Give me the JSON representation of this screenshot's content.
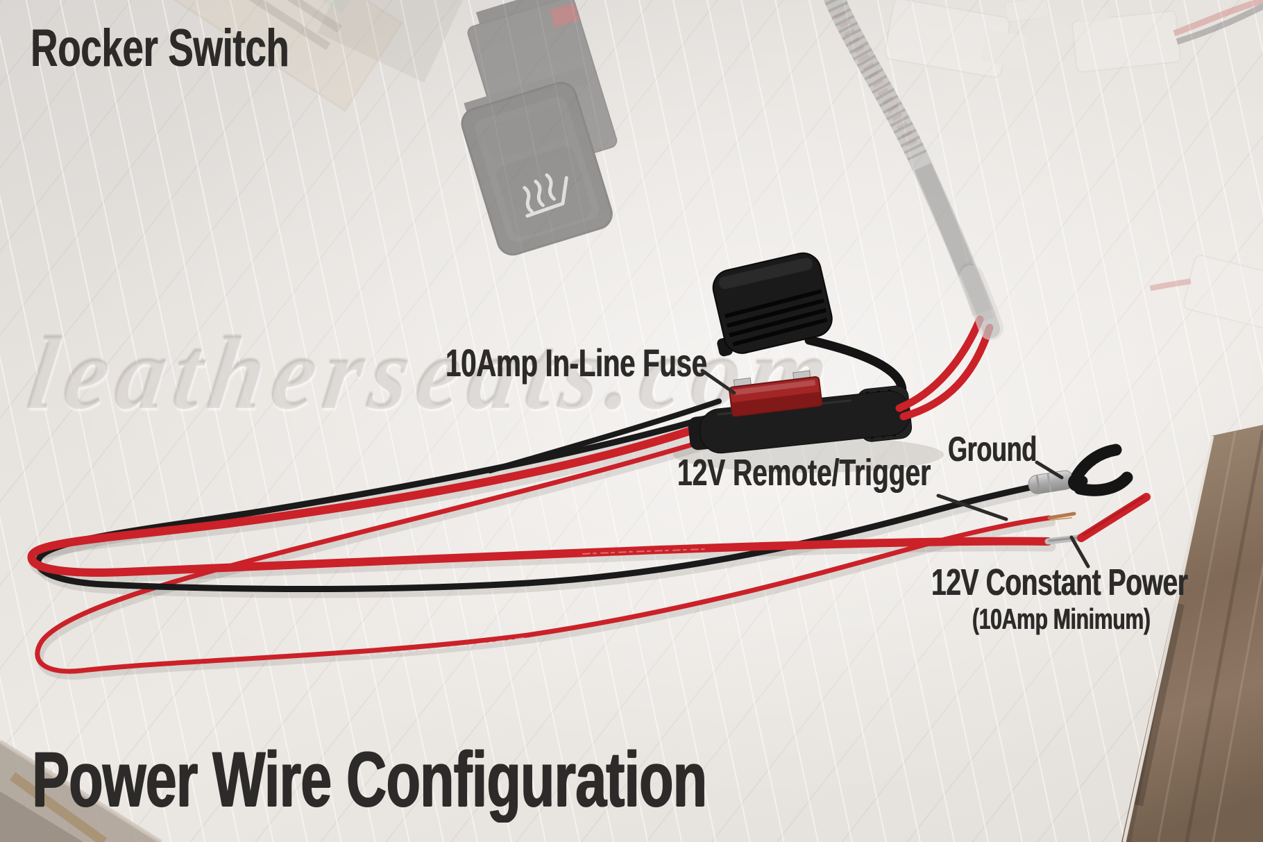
{
  "headings": {
    "top_left": "Rocker Switch",
    "bottom_title": "Power Wire Configuration"
  },
  "annotations": {
    "fuse": {
      "label": "10Amp In-Line Fuse"
    },
    "ground": {
      "label": "Ground"
    },
    "remote_trigger": {
      "label": "12V Remote/Trigger"
    },
    "constant_power": {
      "label": "12V Constant Power",
      "sublabel": "(10Amp Minimum)"
    }
  },
  "watermark": {
    "text": "leatherseats.com"
  },
  "icons": {
    "rocker_switch_face": "heated-seat-icon"
  },
  "colors": {
    "text-ink": "#2d2b29",
    "wire-red": "#cb2128",
    "wire-red-dark": "#9e161c",
    "wire-black": "#1a1a1a",
    "copper": "#b5784a",
    "silver": "#bdbdbd",
    "fuse-red": "#a32525",
    "holder-black": "#1d1d1d",
    "blanket": "#e7e3df",
    "wood-brown": "#85705e"
  }
}
